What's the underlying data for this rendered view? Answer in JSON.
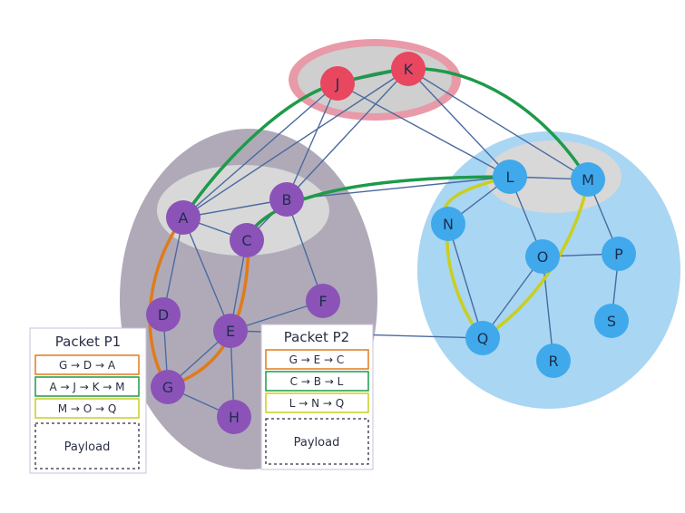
{
  "diagram": {
    "clusters": [
      {
        "id": "top",
        "fill": "#cfcfcf",
        "ring": "#e89aa8"
      },
      {
        "id": "left",
        "fill": "#b0aab8",
        "inner": "#d8d8d8"
      },
      {
        "id": "right",
        "fill": "#a9d6f2",
        "inner": "#d8d8d8"
      }
    ],
    "colors": {
      "red_node": "#e8475f",
      "purple_node": "#8b53b8",
      "blue_node": "#3fa9ec",
      "edge": "#4a6aa0",
      "route_orange": "#e07b1a",
      "route_green": "#1e9a4a",
      "route_yellow": "#c9cf1f"
    },
    "nodes": [
      {
        "id": "J",
        "label": "J",
        "group": "red"
      },
      {
        "id": "K",
        "label": "K",
        "group": "red"
      },
      {
        "id": "A",
        "label": "A",
        "group": "purple"
      },
      {
        "id": "B",
        "label": "B",
        "group": "purple"
      },
      {
        "id": "C",
        "label": "C",
        "group": "purple"
      },
      {
        "id": "D",
        "label": "D",
        "group": "purple"
      },
      {
        "id": "E",
        "label": "E",
        "group": "purple"
      },
      {
        "id": "F",
        "label": "F",
        "group": "purple"
      },
      {
        "id": "G",
        "label": "G",
        "group": "purple"
      },
      {
        "id": "H",
        "label": "H",
        "group": "purple"
      },
      {
        "id": "L",
        "label": "L",
        "group": "blue"
      },
      {
        "id": "M",
        "label": "M",
        "group": "blue"
      },
      {
        "id": "N",
        "label": "N",
        "group": "blue"
      },
      {
        "id": "O",
        "label": "O",
        "group": "blue"
      },
      {
        "id": "P",
        "label": "P",
        "group": "blue"
      },
      {
        "id": "Q",
        "label": "Q",
        "group": "blue"
      },
      {
        "id": "R",
        "label": "R",
        "group": "blue"
      },
      {
        "id": "S",
        "label": "S",
        "group": "blue"
      }
    ],
    "edges": [
      [
        "J",
        "K"
      ],
      [
        "J",
        "A"
      ],
      [
        "J",
        "B"
      ],
      [
        "J",
        "L"
      ],
      [
        "K",
        "B"
      ],
      [
        "K",
        "L"
      ],
      [
        "K",
        "M"
      ],
      [
        "K",
        "A"
      ],
      [
        "A",
        "B"
      ],
      [
        "A",
        "C"
      ],
      [
        "A",
        "D"
      ],
      [
        "A",
        "E"
      ],
      [
        "B",
        "C"
      ],
      [
        "B",
        "F"
      ],
      [
        "B",
        "L"
      ],
      [
        "C",
        "E"
      ],
      [
        "E",
        "F"
      ],
      [
        "D",
        "G"
      ],
      [
        "E",
        "G"
      ],
      [
        "E",
        "H"
      ],
      [
        "G",
        "H"
      ],
      [
        "E",
        "Q"
      ],
      [
        "L",
        "M"
      ],
      [
        "L",
        "N"
      ],
      [
        "L",
        "O"
      ],
      [
        "M",
        "P"
      ],
      [
        "N",
        "Q"
      ],
      [
        "O",
        "Q"
      ],
      [
        "O",
        "P"
      ],
      [
        "O",
        "R"
      ],
      [
        "P",
        "S"
      ]
    ],
    "packets": [
      {
        "title": "Packet P1",
        "routes": [
          {
            "text": "G → D → A",
            "color": "orange"
          },
          {
            "text": "A → J → K → M",
            "color": "green"
          },
          {
            "text": "M → O → Q",
            "color": "yellow"
          }
        ],
        "payload": "Payload"
      },
      {
        "title": "Packet P2",
        "routes": [
          {
            "text": "G → E → C",
            "color": "orange"
          },
          {
            "text": "C → B → L",
            "color": "green"
          },
          {
            "text": "L → N → Q",
            "color": "yellow"
          }
        ],
        "payload": "Payload"
      }
    ]
  }
}
